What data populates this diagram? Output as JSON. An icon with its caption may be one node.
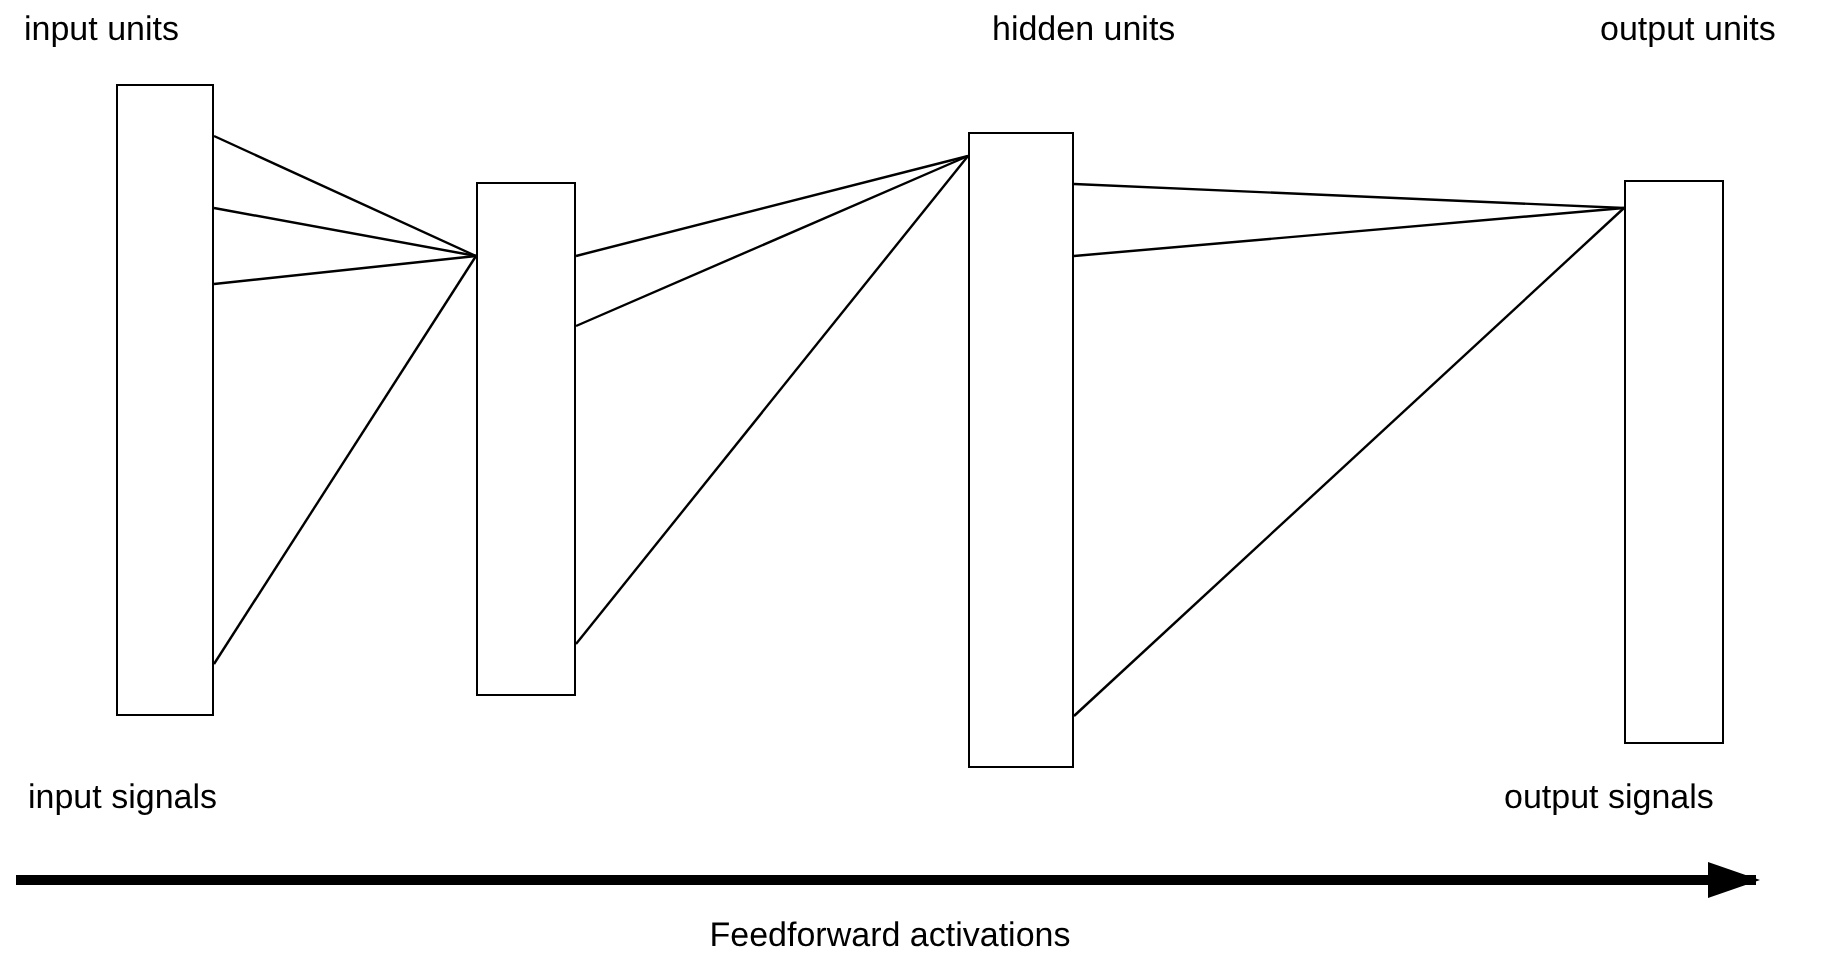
{
  "diagram": {
    "nodes": [
      {
        "text": [],
        "shape": "bar",
        "beside": [
          "input units",
          "input signals"
        ]
      },
      {
        "text": [],
        "shape": "bar"
      },
      {
        "text": [],
        "shape": "bar",
        "beside": [
          "hidden units"
        ]
      },
      {
        "text": [],
        "shape": "bar",
        "beside": [
          "output units",
          "output signals"
        ]
      }
    ],
    "edges": [
      {
        "from": 0,
        "to": 1,
        "arrow": "none"
      },
      {
        "from": 0,
        "to": 1,
        "arrow": "none"
      },
      {
        "from": 0,
        "to": 1,
        "arrow": "none"
      },
      {
        "from": 0,
        "to": 1,
        "arrow": "none"
      },
      {
        "from": 1,
        "to": 2,
        "arrow": "none"
      },
      {
        "from": 1,
        "to": 2,
        "arrow": "none"
      },
      {
        "from": 1,
        "to": 2,
        "arrow": "none"
      },
      {
        "from": 2,
        "to": 3,
        "arrow": "none"
      },
      {
        "from": 2,
        "to": 3,
        "arrow": "none"
      },
      {
        "from": 2,
        "to": 3,
        "arrow": "none"
      }
    ],
    "labels": [
      "Feedforward activations"
    ]
  }
}
